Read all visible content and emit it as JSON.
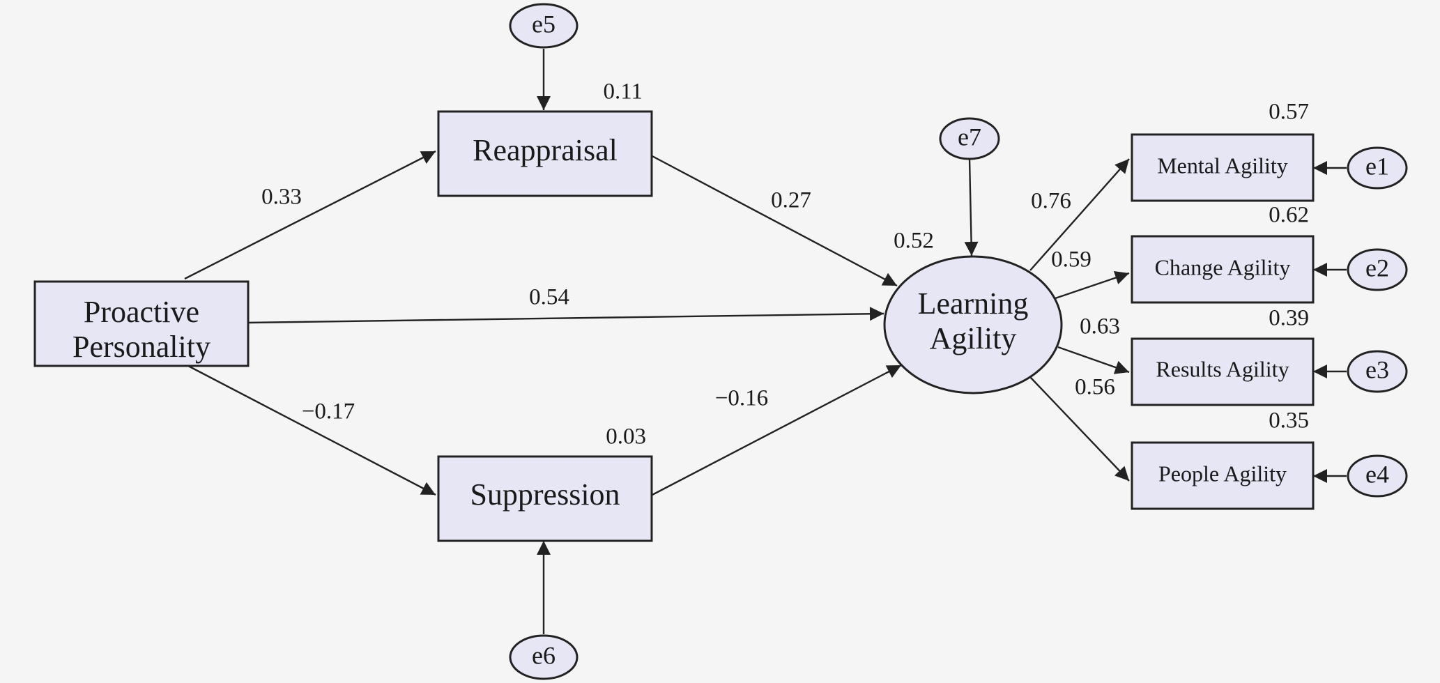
{
  "colors": {
    "node_fill": "#e6e6f4",
    "stroke": "#222222",
    "background": "#f5f5f5"
  },
  "nodes": {
    "proactive_line1": "Proactive",
    "proactive_line2": "Personality",
    "reappraisal": "Reappraisal",
    "suppression": "Suppression",
    "learning_line1": "Learning",
    "learning_line2": "Agility",
    "mental": "Mental Agility",
    "change": "Change Agility",
    "results": "Results Agility",
    "people": "People Agility"
  },
  "errors": {
    "e1": "e1",
    "e2": "e2",
    "e3": "e3",
    "e4": "e4",
    "e5": "e5",
    "e6": "e6",
    "e7": "e7"
  },
  "r_squared": {
    "reappraisal": "0.11",
    "suppression": "0.03",
    "learning": "0.52",
    "mental": "0.57",
    "change": "0.62",
    "results": "0.39",
    "people": "0.35"
  },
  "paths": {
    "pp_reappraisal": "0.33",
    "pp_suppression": "−0.17",
    "pp_learning": "0.54",
    "reappraisal_learning": "0.27",
    "suppression_learning": "−0.16",
    "la_mental": "0.76",
    "la_change": "0.59",
    "la_results": "0.63",
    "la_people": "0.56"
  }
}
